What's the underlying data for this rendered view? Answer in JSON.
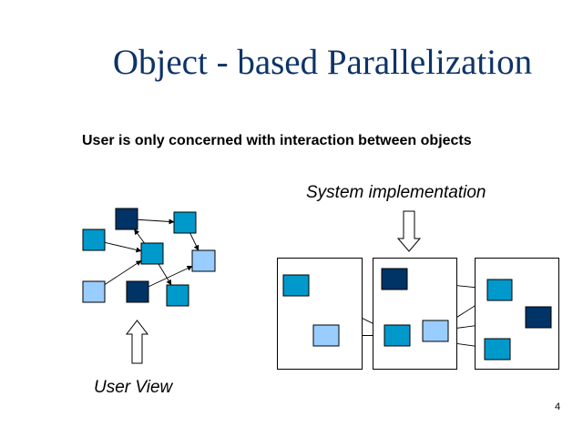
{
  "slide": {
    "title": "Object - based Parallelization",
    "subtitle": "User is only concerned with interaction between objects",
    "system_label": "System implementation",
    "user_label": "User View",
    "page_number": "4"
  },
  "colors": {
    "title": "#0e3467",
    "dark_object": "#003366",
    "mid_object": "#0099cc",
    "light_object": "#99ccff",
    "outline": "#000000"
  },
  "diagrams": {
    "user_view": {
      "objects": [
        {
          "id": "u1",
          "shade": "dark"
        },
        {
          "id": "u2",
          "shade": "mid"
        },
        {
          "id": "u3",
          "shade": "mid"
        },
        {
          "id": "u4",
          "shade": "mid"
        },
        {
          "id": "u5",
          "shade": "light"
        },
        {
          "id": "u6",
          "shade": "light"
        },
        {
          "id": "u7",
          "shade": "dark"
        },
        {
          "id": "u8",
          "shade": "mid"
        }
      ],
      "links": [
        {
          "from": "u1",
          "to": "u3"
        },
        {
          "from": "u2",
          "to": "u4"
        },
        {
          "from": "u4",
          "to": "u1"
        },
        {
          "from": "u3",
          "to": "u5"
        },
        {
          "from": "u6",
          "to": "u4"
        },
        {
          "from": "u4",
          "to": "u8"
        },
        {
          "from": "u7",
          "to": "u5"
        }
      ]
    },
    "system_view": {
      "processors": [
        {
          "id": "p1",
          "objects": [
            {
              "id": "s1",
              "shade": "mid"
            },
            {
              "id": "s2",
              "shade": "light"
            }
          ]
        },
        {
          "id": "p2",
          "objects": [
            {
              "id": "s3",
              "shade": "dark"
            },
            {
              "id": "s4",
              "shade": "mid"
            },
            {
              "id": "s5",
              "shade": "light"
            }
          ]
        },
        {
          "id": "p3",
          "objects": [
            {
              "id": "s6",
              "shade": "mid"
            },
            {
              "id": "s7",
              "shade": "dark"
            },
            {
              "id": "s8",
              "shade": "mid"
            }
          ]
        }
      ],
      "links": [
        {
          "from": "s1",
          "to": "s4"
        },
        {
          "from": "s2",
          "to": "s4"
        },
        {
          "from": "s4",
          "to": "s3"
        },
        {
          "from": "s3",
          "to": "s6"
        },
        {
          "from": "s6",
          "to": "s5"
        },
        {
          "from": "s7",
          "to": "s5"
        },
        {
          "from": "s4",
          "to": "s8"
        }
      ]
    }
  }
}
